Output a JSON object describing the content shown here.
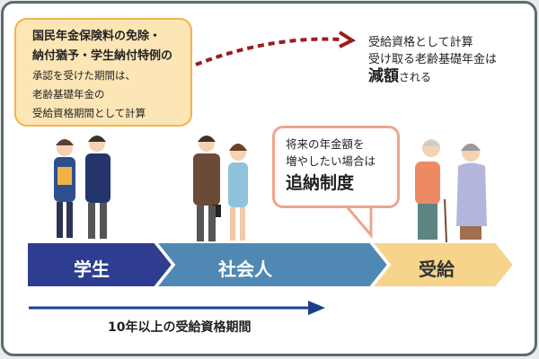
{
  "note": {
    "line1": "国民年金保険料の免除・",
    "line2": "納付猶予・学生納付特例の",
    "line3": "承認を受けた期間は、",
    "line4": "老齢基礎年金の",
    "line5": "受給資格期間として計算"
  },
  "result": {
    "line1": "受給資格として計算",
    "line2": "受け取る老齢基礎年金は",
    "emph": "減額",
    "suffix": "される"
  },
  "bubble": {
    "line1": "将来の年金額を",
    "line2": "増やしたい場合は",
    "emph": "追納制度"
  },
  "stages": [
    {
      "label": "学生",
      "color": "#2e3d8f"
    },
    {
      "label": "社会人",
      "color": "#4f88b2"
    },
    {
      "label": "受給",
      "color": "#f6d48c"
    }
  ],
  "timeline": {
    "label": "10年以上の受給資格期間",
    "color": "#1b3f8c"
  }
}
